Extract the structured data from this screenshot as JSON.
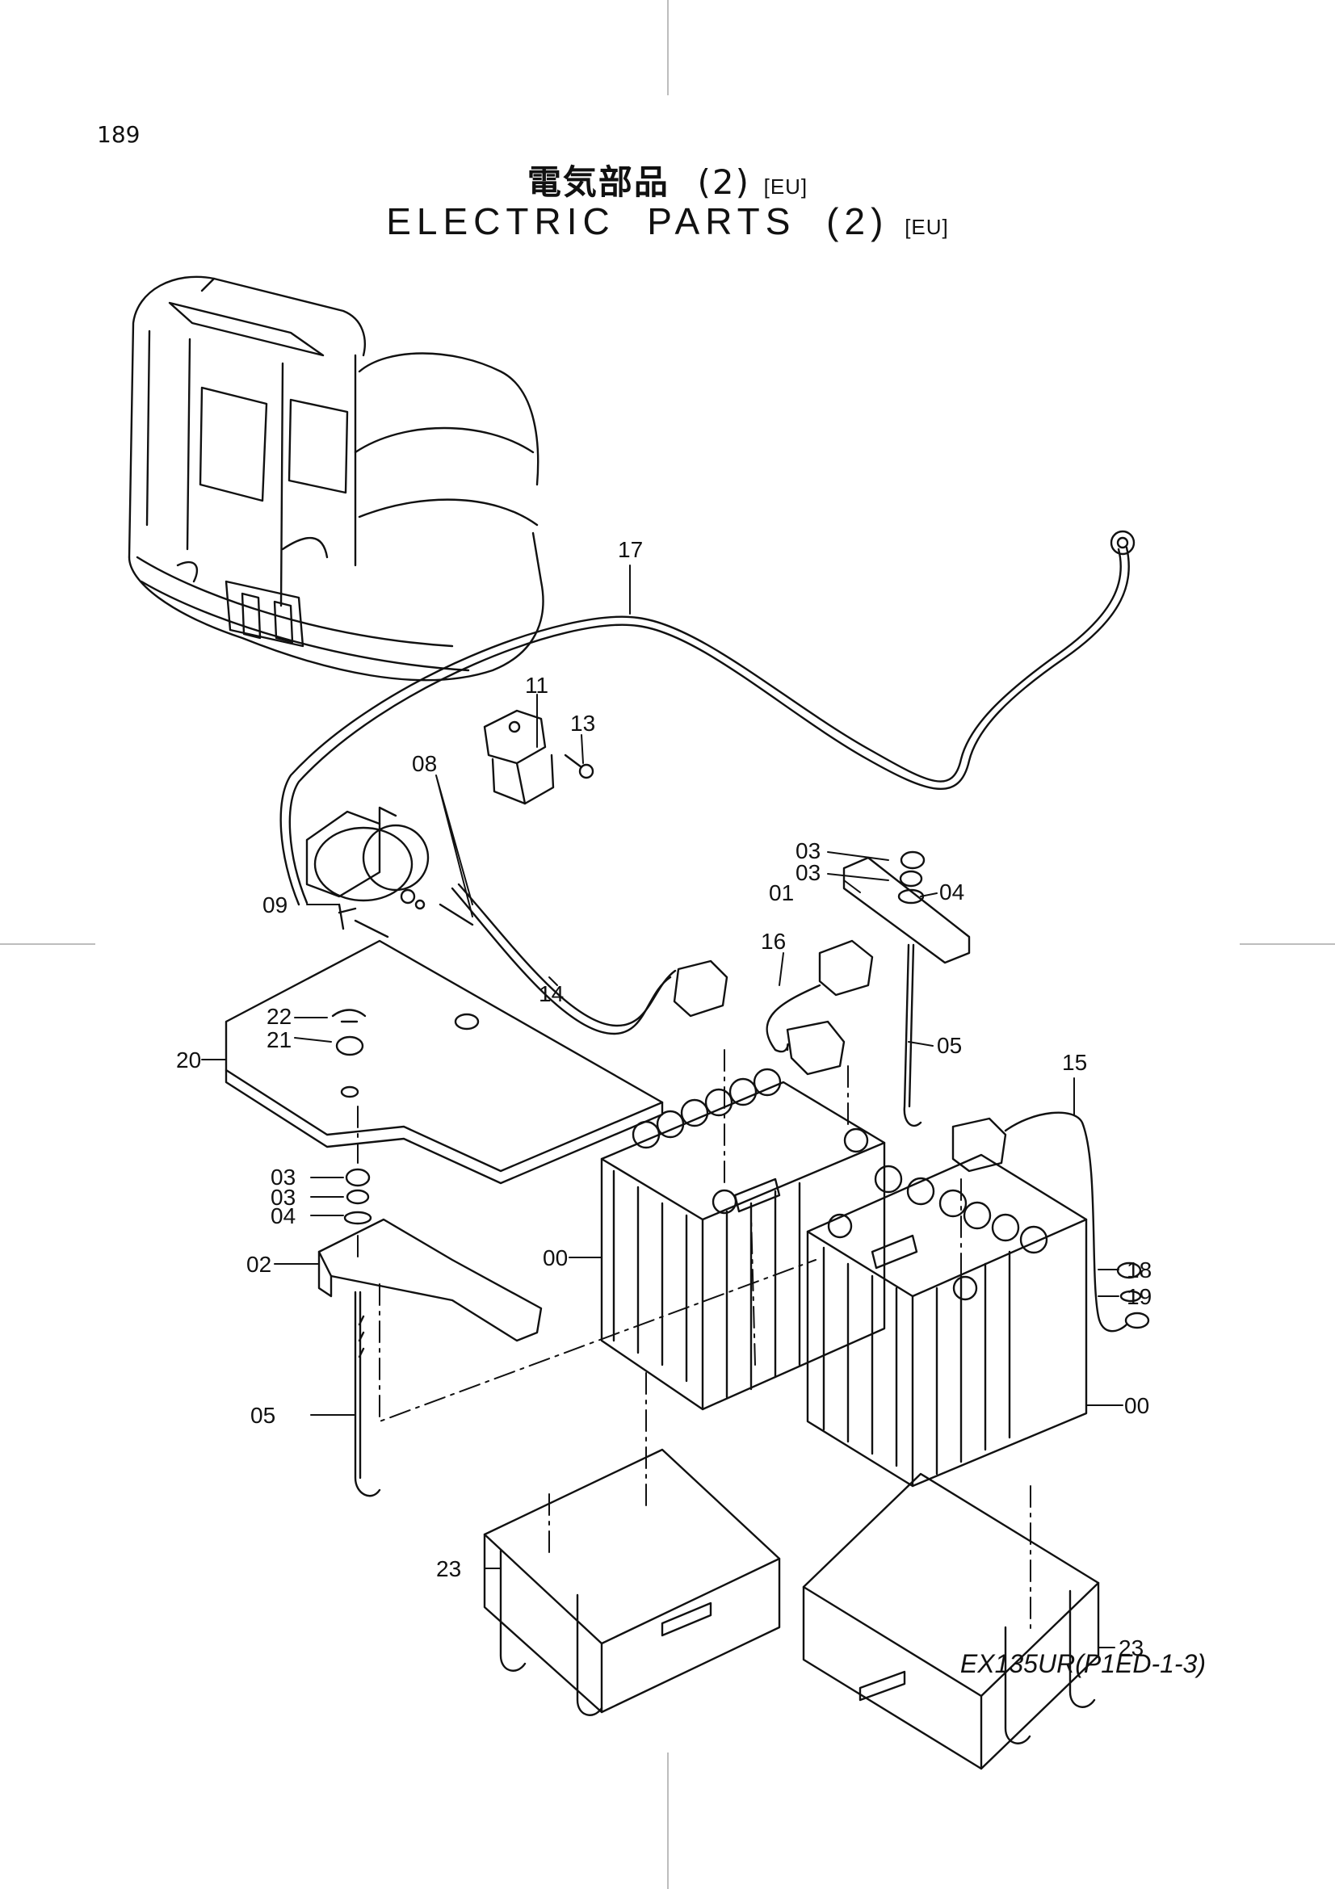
{
  "header": {
    "page_number": "189",
    "title_jp": "電気部品",
    "title_en": "ELECTRIC  PARTS",
    "title_index": "(2)",
    "region_tag": "[EU]"
  },
  "diagram": {
    "part_labels": {
      "00a": "00",
      "00b": "00",
      "01": "01",
      "02": "02",
      "03a": "03",
      "03b": "03",
      "03c": "03",
      "03d": "03",
      "04a": "04",
      "04b": "04",
      "05a": "05",
      "05b": "05",
      "08": "08",
      "09": "09",
      "11": "11",
      "13": "13",
      "14": "14",
      "15": "15",
      "16": "16",
      "17": "17",
      "18": "18",
      "19": "19",
      "20": "20",
      "21": "21",
      "22": "22",
      "23a": "23",
      "23b": "23"
    }
  },
  "footer": {
    "model_code": "EX135UR(P1ED-1-3)"
  }
}
